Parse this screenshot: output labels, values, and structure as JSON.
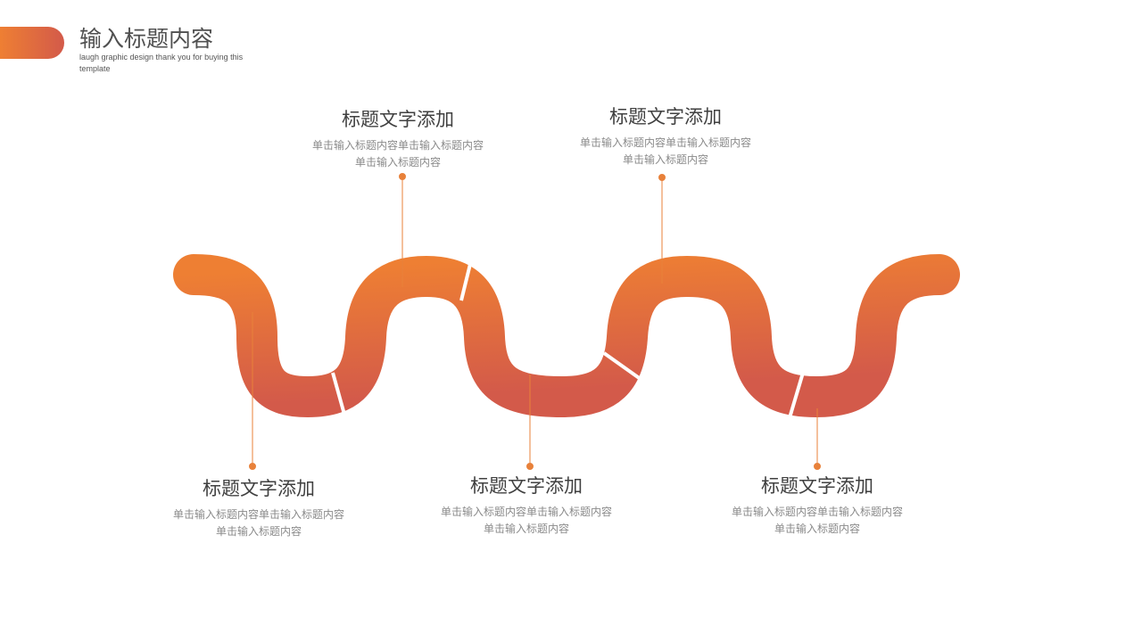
{
  "header": {
    "title": "输入标题内容",
    "subtitle": "laugh graphic design thank you for buying this template"
  },
  "colors": {
    "accent_start": "#EE7F33",
    "accent_end": "#D35A4A",
    "leader": "#E8813A"
  },
  "items": [
    {
      "title": "标题文字添加",
      "desc": "单击输入标题内容单击输入标题内容单击输入标题内容"
    },
    {
      "title": "标题文字添加",
      "desc": "单击输入标题内容单击输入标题内容单击输入标题内容"
    },
    {
      "title": "标题文字添加",
      "desc": "单击输入标题内容单击输入标题内容单击输入标题内容"
    },
    {
      "title": "标题文字添加",
      "desc": "单击输入标题内容单击输入标题内容单击输入标题内容"
    },
    {
      "title": "标题文字添加",
      "desc": "单击输入标题内容单击输入标题内容单击输入标题内容"
    }
  ]
}
